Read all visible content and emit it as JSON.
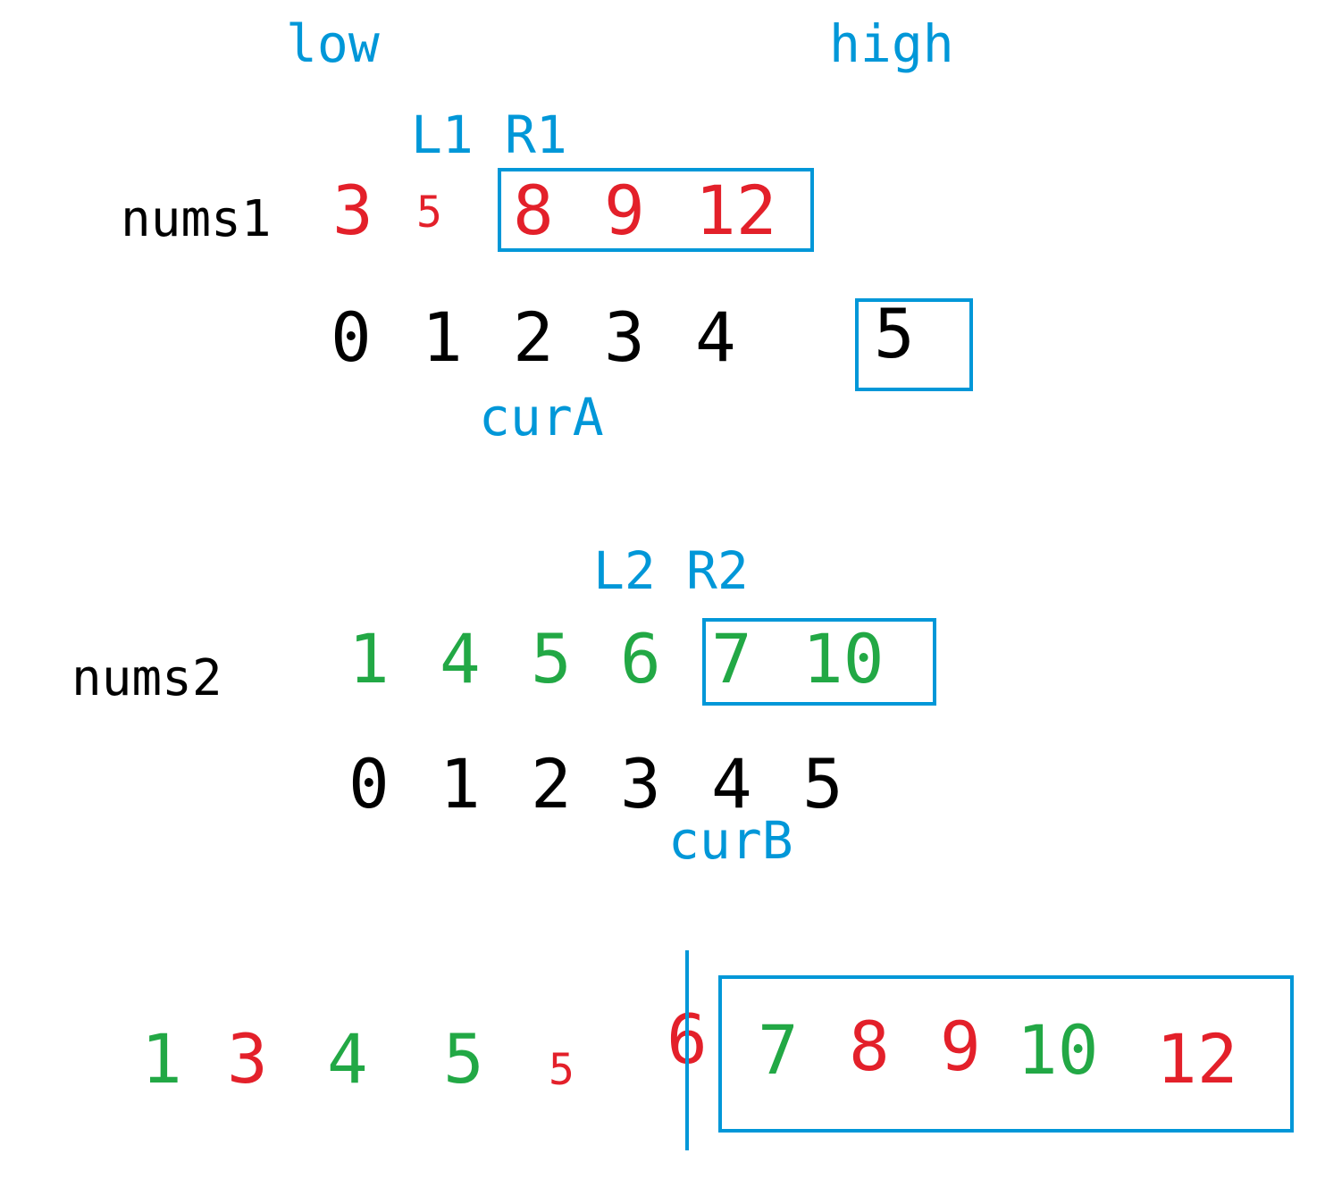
{
  "colors": {
    "pointer": "#0097d8",
    "nums1": "#e3202a",
    "nums2": "#22a845",
    "index": "#000000"
  },
  "pointers": {
    "low": "low",
    "high": "high",
    "L1": "L1",
    "R1": "R1",
    "curA": "curA",
    "L2": "L2",
    "R2": "R2",
    "curB": "curB"
  },
  "nums1": {
    "label": "nums1",
    "values": [
      "3",
      "5",
      "8",
      "9",
      "12"
    ],
    "indices": [
      "0",
      "1",
      "2",
      "3",
      "4",
      "5"
    ]
  },
  "nums2": {
    "label": "nums2",
    "values": [
      "1",
      "4",
      "5",
      "6",
      "7",
      "10"
    ],
    "indices": [
      "0",
      "1",
      "2",
      "3",
      "4",
      "5"
    ]
  },
  "merged": {
    "values": [
      "1",
      "3",
      "4",
      "5",
      "5",
      "6",
      "7",
      "8",
      "9",
      "10",
      "12"
    ]
  }
}
